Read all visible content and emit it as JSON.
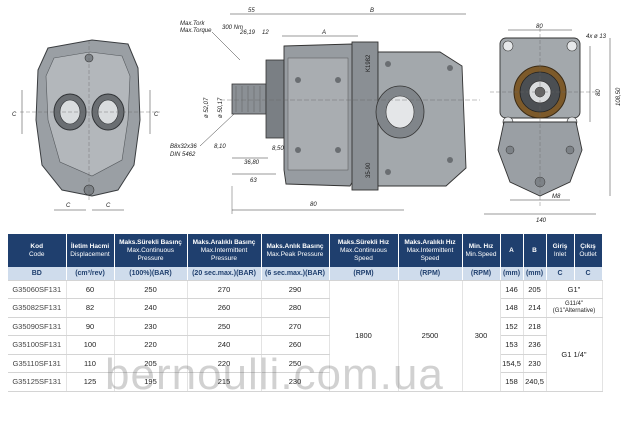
{
  "dimensions": {
    "torque_label": "Max.Tork",
    "torque_label_en": "Max.Torque",
    "torque_value": "300 Nm",
    "d55": "55",
    "dB": "B",
    "d26": "26,19",
    "d12": "12",
    "dA": "A",
    "k1982": "K1982",
    "d3590": "35-90",
    "shaft_d": "ø 52,07",
    "shaft_d2": "ø 50,17",
    "spline": "B8x32x36",
    "din": "DIN 5462",
    "d810": "8,10",
    "d850": "8,50",
    "d3680": "36,80",
    "d63": "63",
    "d80": "80",
    "d4x": "4x ø 13",
    "d80v": "80",
    "d10850": "108,50",
    "dM8": "M8",
    "d140": "140",
    "dC": "C"
  },
  "table": {
    "headers": [
      {
        "tr": "Kod",
        "en": "Code"
      },
      {
        "tr": "İletim Hacmi",
        "en": "Displacement"
      },
      {
        "tr": "Maks.Sürekli Basınç",
        "en": "Max.Continuous Pressure"
      },
      {
        "tr": "Maks.Aralıklı Basınç",
        "en": "Max.Intermittent Pressure"
      },
      {
        "tr": "Maks.Anlık Basınç",
        "en": "Max.Peak Pressure"
      },
      {
        "tr": "Maks.Sürekli Hız",
        "en": "Max.Continuous Speed"
      },
      {
        "tr": "Maks.Aralıklı Hız",
        "en": "Max.Intermittent Speed"
      },
      {
        "tr": "Min. Hız",
        "en": "Min.Speed"
      },
      {
        "tr": "A",
        "en": ""
      },
      {
        "tr": "B",
        "en": ""
      },
      {
        "tr": "Giriş",
        "en": "Inlet"
      },
      {
        "tr": "Çıkış",
        "en": "Outlet"
      }
    ],
    "units": [
      "BD",
      "(cm³/rev)",
      "(100%)(BAR)",
      "(20 sec.max.)(BAR)",
      "(6 sec.max.)(BAR)",
      "(RPM)",
      "(RPM)",
      "(RPM)",
      "(mm)",
      "(mm)",
      "C",
      "C"
    ],
    "rows": [
      {
        "code": "G35060SF131",
        "disp": "60",
        "cont": "250",
        "inter": "270",
        "peak": "290",
        "a": "146",
        "b": "205"
      },
      {
        "code": "G35082SF131",
        "disp": "82",
        "cont": "240",
        "inter": "260",
        "peak": "280",
        "a": "148",
        "b": "214"
      },
      {
        "code": "G35090SF131",
        "disp": "90",
        "cont": "230",
        "inter": "250",
        "peak": "270",
        "a": "152",
        "b": "218"
      },
      {
        "code": "G35100SF131",
        "disp": "100",
        "cont": "220",
        "inter": "240",
        "peak": "260",
        "a": "153",
        "b": "236"
      },
      {
        "code": "G35110SF131",
        "disp": "110",
        "cont": "205",
        "inter": "220",
        "peak": "250",
        "a": "154,5",
        "b": "230"
      },
      {
        "code": "G35125SF131",
        "disp": "125",
        "cont": "195",
        "inter": "215",
        "peak": "230",
        "a": "158",
        "b": "240,5"
      }
    ],
    "speed_cont": "1800",
    "speed_inter": "2500",
    "speed_min": "300",
    "inlet_1": "G1\"",
    "inlet_2a": "G11/4\"",
    "inlet_2b": "(G1\"Alternative)",
    "outlet": "G1 1/4\""
  },
  "watermark": "bernoulli.com.ua",
  "colors": {
    "header": "#1f3f6e",
    "units_row": "#cfdcec",
    "pump_body": "#8e9398",
    "pump_dark": "#5d6268"
  }
}
